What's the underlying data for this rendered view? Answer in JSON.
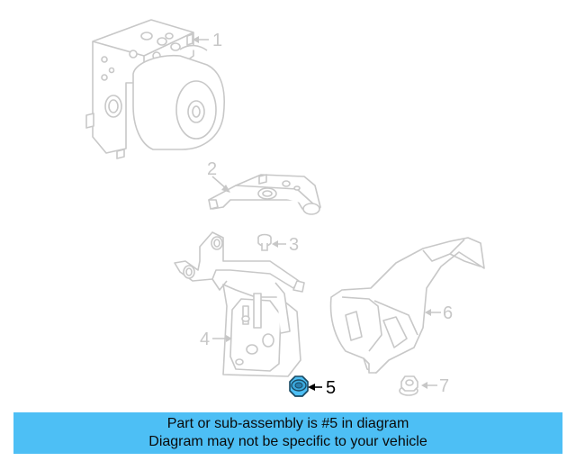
{
  "diagram": {
    "callouts": [
      {
        "number": "1",
        "highlighted": false
      },
      {
        "number": "2",
        "highlighted": false
      },
      {
        "number": "3",
        "highlighted": false
      },
      {
        "number": "4",
        "highlighted": false
      },
      {
        "number": "5",
        "highlighted": true
      },
      {
        "number": "6",
        "highlighted": false
      },
      {
        "number": "7",
        "highlighted": false
      }
    ],
    "faded_color": "#c7c7c7",
    "highlight_color": "#4dbff5"
  },
  "banner": {
    "line1": "Part or sub-assembly is #5 in diagram",
    "line2": "Diagram may not be specific to your vehicle",
    "background": "#4dbff5"
  }
}
